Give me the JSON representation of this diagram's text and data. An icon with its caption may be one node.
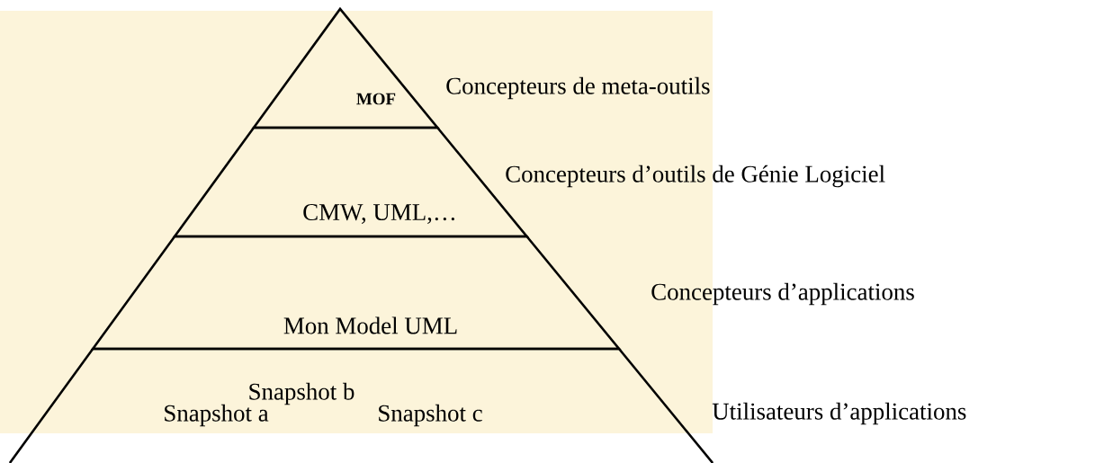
{
  "diagram": {
    "nodes": [
      {
        "text": [
          "MOF"
        ],
        "beside": [
          "Concepteurs de meta-outils"
        ]
      },
      {
        "text": [
          "CMW, UML,…"
        ],
        "beside": [
          "Concepteurs d’outils de Génie Logiciel"
        ]
      },
      {
        "text": [
          "Mon Model UML"
        ],
        "beside": [
          "Concepteurs d’applications"
        ]
      },
      {
        "text": [
          "Snapshot a",
          "Snapshot b",
          "Snapshot c"
        ],
        "beside": [
          "Utilisateurs d’applications"
        ]
      }
    ]
  }
}
